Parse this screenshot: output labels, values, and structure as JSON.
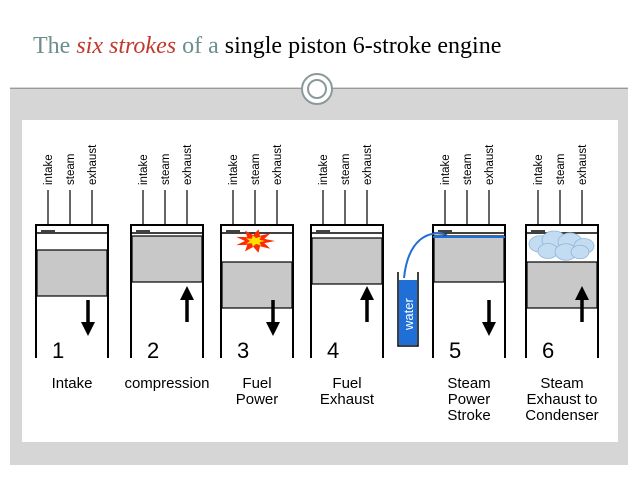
{
  "title": {
    "w1": "The",
    "w2": "six strokes",
    "w3": "of",
    "w4": "a",
    "w5": "single piston 6-stroke engine"
  },
  "valve_labels": [
    "intake",
    "steam",
    "exhaust"
  ],
  "water_label": "water",
  "strokes": [
    {
      "number": "1",
      "label_lines": [
        "Intake"
      ],
      "arrow": "down"
    },
    {
      "number": "2",
      "label_lines": [
        "compression"
      ],
      "arrow": "up"
    },
    {
      "number": "3",
      "label_lines": [
        "Fuel",
        "Power"
      ],
      "arrow": "down"
    },
    {
      "number": "4",
      "label_lines": [
        "Fuel",
        "Exhaust"
      ],
      "arrow": "up"
    },
    {
      "number": "5",
      "label_lines": [
        "Steam",
        "Power",
        "Stroke"
      ],
      "arrow": "down"
    },
    {
      "number": "6",
      "label_lines": [
        "Steam",
        "Exhaust to",
        "Condenser"
      ],
      "arrow": "up"
    }
  ],
  "colors": {
    "piston": "#c8c8c8",
    "explosion_red": "#ff2a00",
    "explosion_yellow": "#ffe000",
    "water_blue": "#1f6fd6",
    "steam": "#c4dcf2"
  }
}
